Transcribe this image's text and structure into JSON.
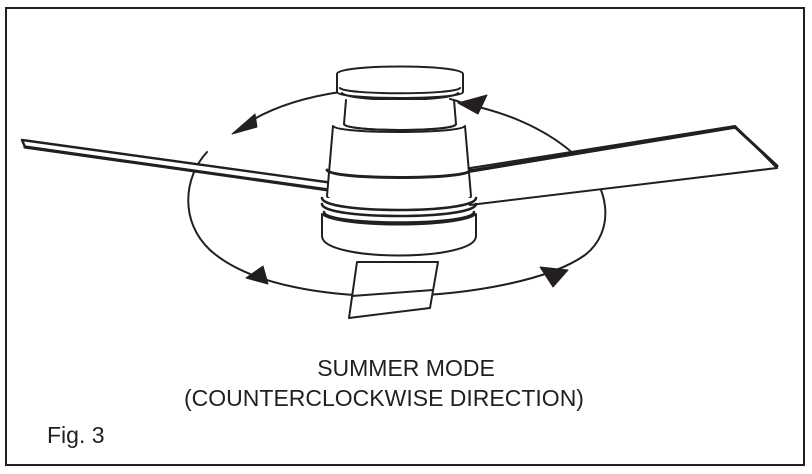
{
  "caption": {
    "mode": "SUMMER MODE",
    "direction": "(COUNTERCLOCKWISE DIRECTION)",
    "figure": "Fig. 3"
  },
  "colors": {
    "ink": "#231f20",
    "background": "#ffffff"
  }
}
